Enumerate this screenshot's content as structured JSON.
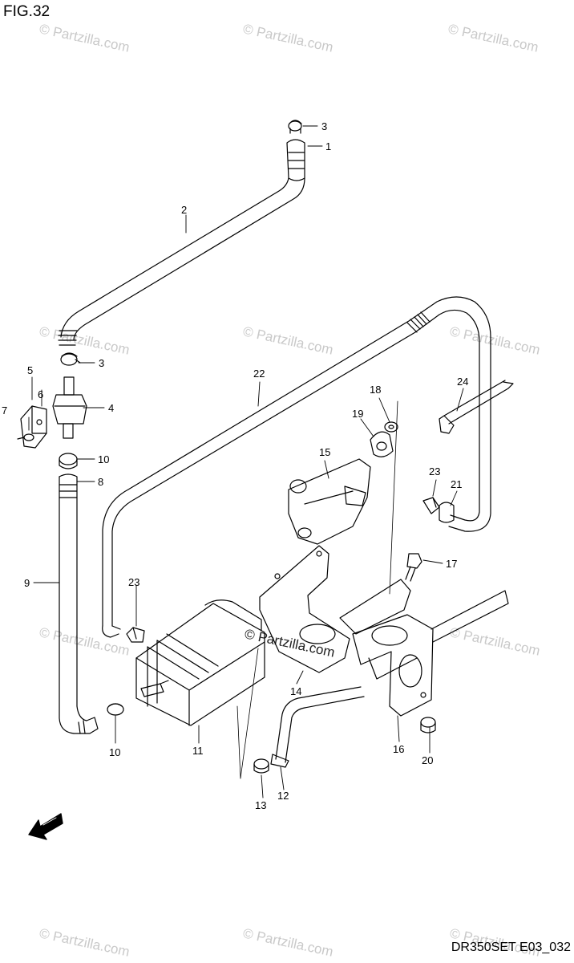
{
  "figure_title": "FIG.32",
  "drawing_code": "DR350SET E03_032",
  "watermark_text": "© Partzilla.com",
  "colors": {
    "line": "#000000",
    "watermark": "#c9c9c9",
    "background": "#ffffff"
  },
  "direction_icon": "fwd-arrow-icon",
  "callouts": {
    "c1": "1",
    "c2": "2",
    "c3a": "3",
    "c3b": "3",
    "c4": "4",
    "c5": "5",
    "c6": "6",
    "c7": "7",
    "c8": "8",
    "c9": "9",
    "c10a": "10",
    "c10b": "10",
    "c11": "11",
    "c12": "12",
    "c13": "13",
    "c14": "14",
    "c15": "15",
    "c16": "16",
    "c17": "17",
    "c18": "18",
    "c19": "19",
    "c20": "20",
    "c21": "21",
    "c22": "22",
    "c23a": "23",
    "c23b": "23",
    "c24": "24"
  }
}
